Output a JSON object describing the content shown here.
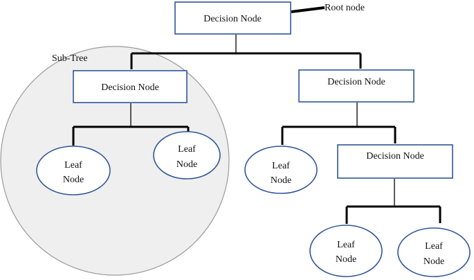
{
  "diagram": {
    "root_annotation": "Root node",
    "subtree_label": "Sub-Tree",
    "nodes": {
      "root": "Decision Node",
      "left_decision": "Decision Node",
      "right_decision": "Decision Node",
      "lower_decision": "Decision Node",
      "leaf_1": {
        "line1": "Leaf",
        "line2": "Node"
      },
      "leaf_2": {
        "line1": "Leaf",
        "line2": "Node"
      },
      "leaf_3": {
        "line1": "Leaf",
        "line2": "Node"
      },
      "leaf_4": {
        "line1": "Leaf",
        "line2": "Node"
      },
      "leaf_5": {
        "line1": "Leaf",
        "line2": "Node"
      }
    }
  },
  "colors": {
    "node_border": "#2f5597",
    "subtree_fill": "#efefef",
    "subtree_border": "#9a9a9a",
    "connector": "#000000"
  }
}
